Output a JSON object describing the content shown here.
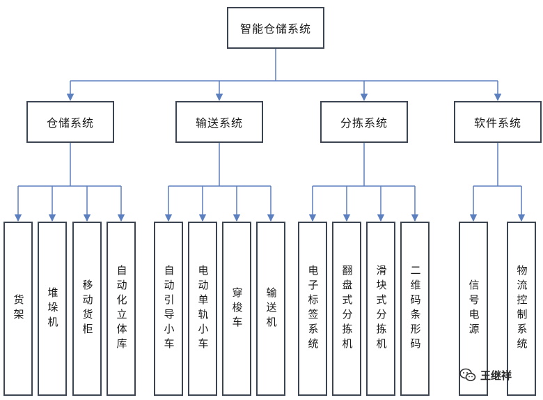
{
  "root": "智能仓储系统",
  "branches": [
    {
      "label": "仓储系统",
      "children": [
        "货架",
        "堆垛机",
        "移动货柜",
        "自动化立体库"
      ]
    },
    {
      "label": "输送系统",
      "children": [
        "自动引导小车",
        "电动单轨小车",
        "穿梭车",
        "输送机"
      ]
    },
    {
      "label": "分拣系统",
      "children": [
        "电子标签系统",
        "翻盘式分拣机",
        "滑块式分拣机",
        "二维码条形码"
      ]
    },
    {
      "label": "软件系统",
      "children": [
        "信号电源",
        "物流控制系统"
      ]
    }
  ],
  "watermark": "王继祥",
  "colors": {
    "line": "#5b7fbf",
    "border": "#3c4351"
  },
  "icons": {
    "watermark": "wechat-logo-icon"
  }
}
